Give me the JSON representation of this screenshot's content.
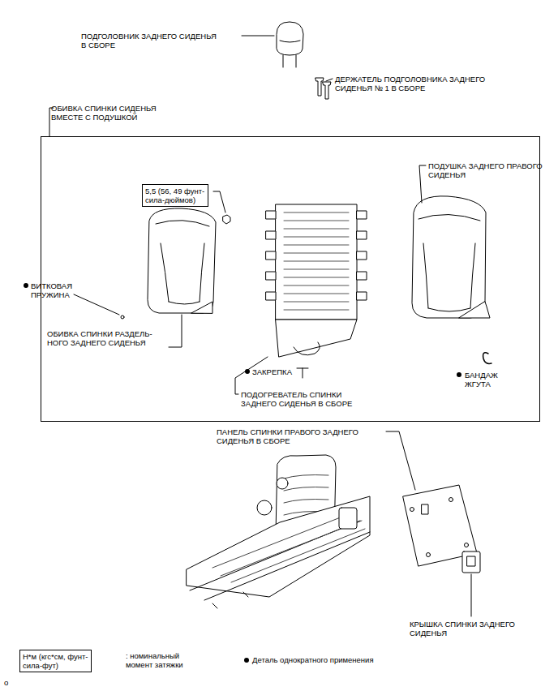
{
  "diagram": {
    "nodes": [
      {
        "text": [
          "ОБИВКА СПИНКИ СИДЕНЬЯ ВМЕСТЕ С ПОДУШКОЙ"
        ]
      },
      {
        "text": [
          "5,5 (56, 49 фунт- сила-дюймов)"
        ],
        "in": 0
      },
      {
        "text": [
          "Н*м (кгс*см, фунт- сила-фут)"
        ]
      }
    ],
    "labels": [
      "ПОДГОЛОВНИК ЗАДНЕГО СИДЕНЬЯ В СБОРЕ",
      "ДЕРЖАТЕЛЬ ПОДГОЛОВНИКА ЗАДНЕГО СИДЕНЬЯ № 1 В СБОРЕ",
      "ВИТКОВАЯ ПРУЖИНА",
      "ОБИВКА СПИНКИ РАЗДЕЛЬ- НОГО ЗАДНЕГО СИДЕНЬЯ",
      "ЗАКРЕПКА",
      "ПОДОГРЕВАТЕЛЬ СПИНКИ ЗАДНЕГО СИДЕНЬЯ В СБОРЕ",
      "ПОДУШКА ЗАДНЕГО ПРАВОГО СИДЕНЬЯ",
      "БАНДАЖ ЖГУТА",
      "ПАНЕЛЬ СПИНКИ ПРАВОГО ЗАДНЕГО СИДЕНЬЯ В СБОРЕ",
      "КРЫШКА СПИНКИ ЗАДНЕГО СИДЕНЬЯ",
      ": номинальный момент затяжки",
      "o"
    ],
    "legend": [
      {
        "text": "Деталь однократного применения"
      }
    ]
  }
}
